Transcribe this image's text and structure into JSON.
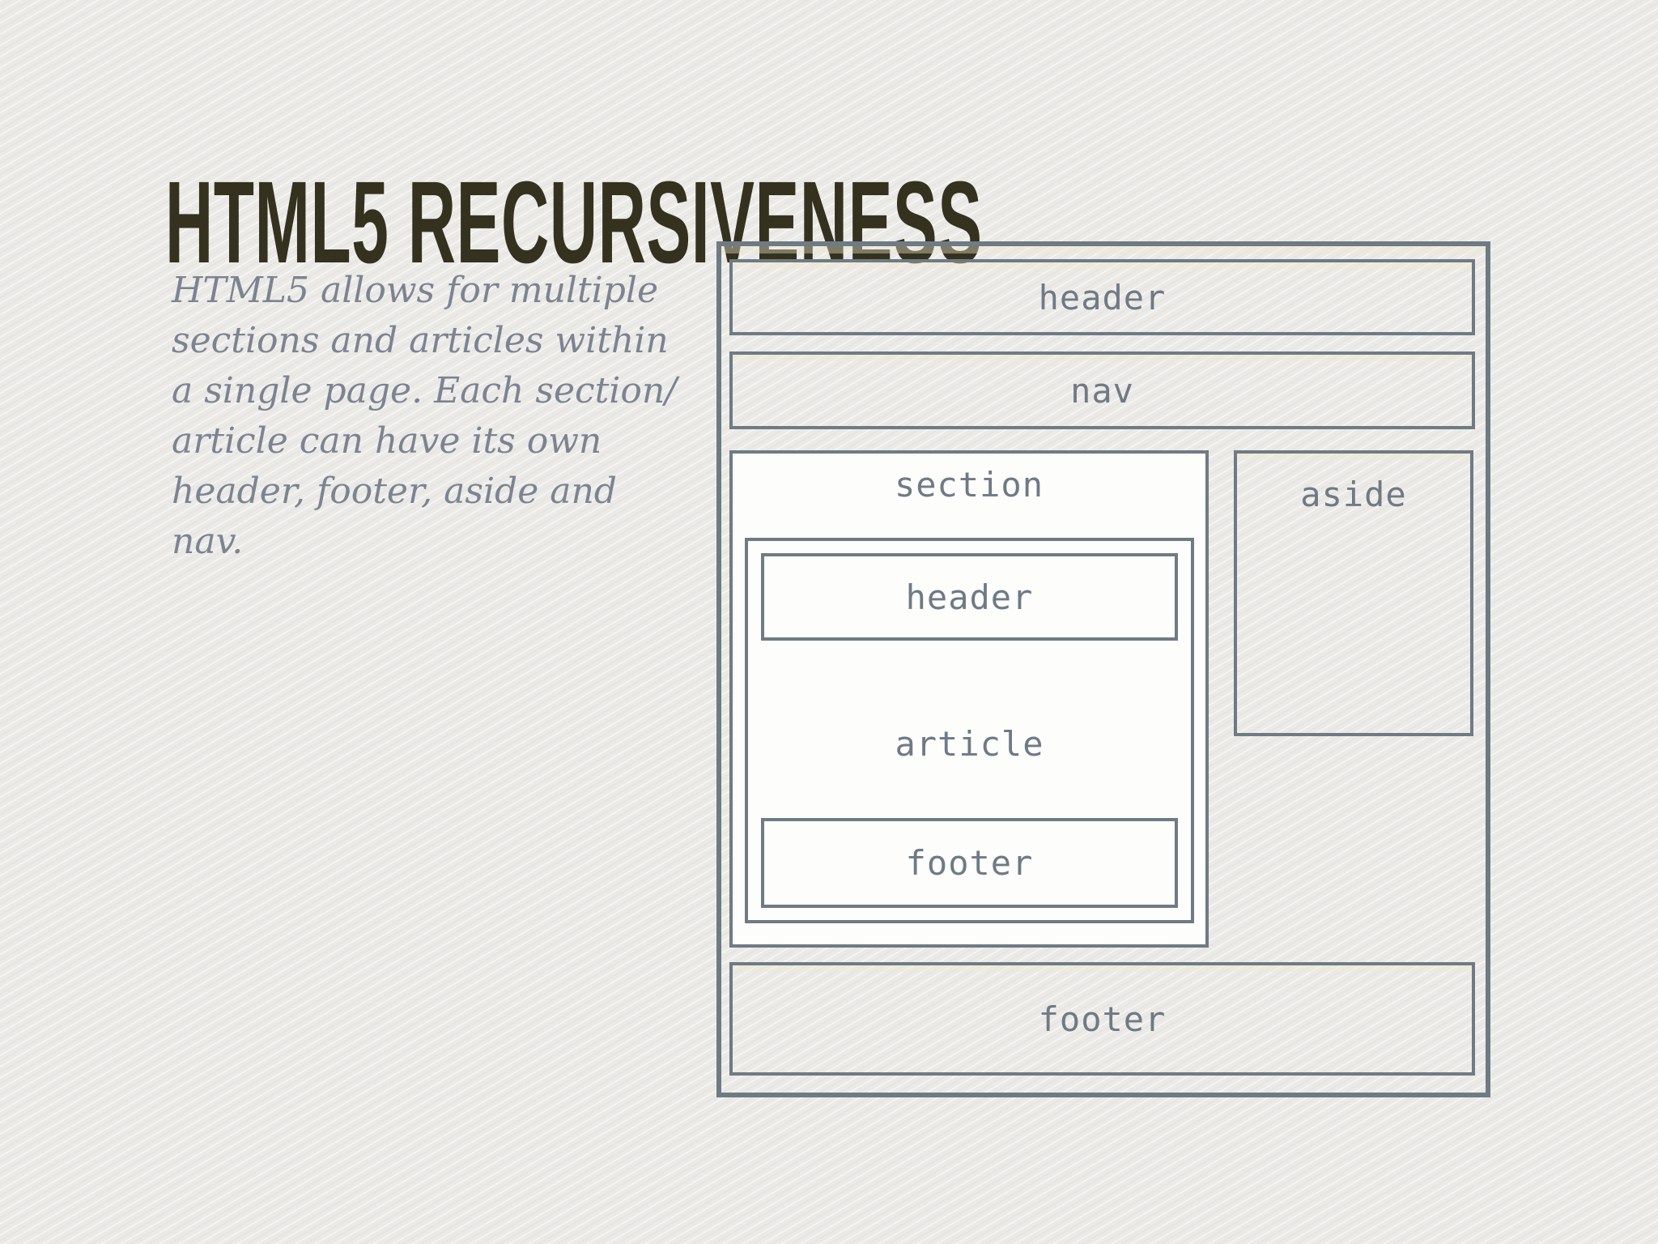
{
  "slide": {
    "title": "HTML5 RECURSIVENESS",
    "body": {
      "lines": [
        "HTML5 allows for multiple",
        "sections and articles within",
        "a single page. Each section/",
        "article can have its own",
        "header, footer, aside and",
        "nav."
      ]
    }
  },
  "diagram": {
    "page_header_label": "header",
    "nav_label": "nav",
    "section_label": "section",
    "aside_label": "aside",
    "article_label": "article",
    "article_header_label": "header",
    "article_footer_label": "footer",
    "page_footer_label": "footer"
  },
  "colors": {
    "background": "#EBEAE7",
    "border": "#6F7B84",
    "label_text": "#6F7A85",
    "title_text": "#34311E",
    "body_text": "#7C8492",
    "panel_white": "#FDFDFC"
  }
}
